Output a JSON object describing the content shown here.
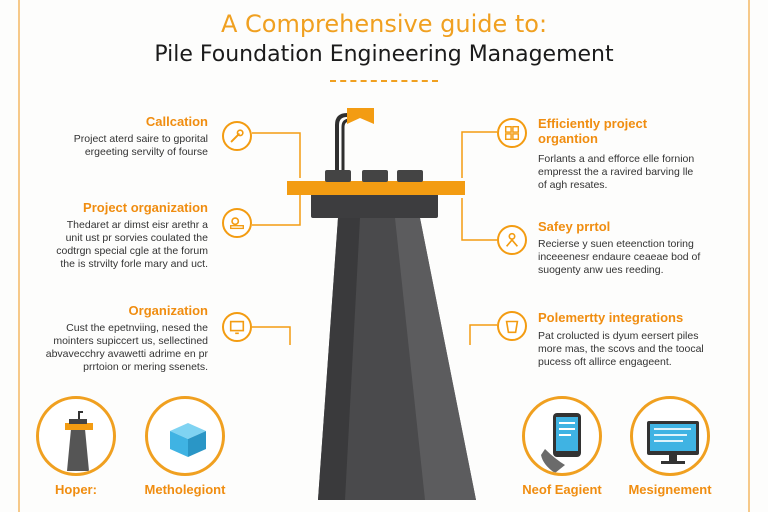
{
  "header": {
    "title_line1": "A Comprehensive guide to:",
    "title_line2": "Pile Foundation Engineering Management"
  },
  "left_sections": [
    {
      "heading": "Callcation",
      "lines": [
        "Project aterd saire to gporital",
        "ergeeting servilty of fourse"
      ],
      "icon": "wrench-icon"
    },
    {
      "heading": "Project organization",
      "lines": [
        "Thedaret ar dimst eisr arethr a",
        "unit ust pr sorvies coulated the",
        "codtrgn special cgle at the forum",
        "the is strvilty forle mary and uct."
      ],
      "icon": "gear-tool-icon"
    },
    {
      "heading": "Organization",
      "lines": [
        "Cust the epetnviing, nesed the",
        "mointers supiccert us, sellectined",
        "abvavecchry avawetti adrime en pr",
        "prrtoion or mering ssenets."
      ],
      "icon": "monitor-icon"
    }
  ],
  "right_sections": [
    {
      "heading_lines": [
        "Efficiently project",
        "organtion"
      ],
      "lines": [
        "Forlants a and efforce elle fornion",
        "empresst the a ravired barving lle",
        "of agh resates."
      ],
      "icon": "grid-blocks-icon"
    },
    {
      "heading_lines": [
        "Safey prrtol"
      ],
      "lines": [
        "Recierse y suen eteenction toring",
        "inceeenesr endaure ceaeae bod of",
        "suogenty anw ues reeding."
      ],
      "icon": "person-icon"
    },
    {
      "heading_lines": [
        "Polemertty integrations"
      ],
      "lines": [
        "Pat crolucted is dyum eersert piles",
        "more mas, the scovs and the toocal",
        "pucess oft allirce engageent."
      ],
      "icon": "cup-icon"
    }
  ],
  "bottom_items": [
    {
      "label": "Hoper:",
      "icon": "pile-column-icon"
    },
    {
      "label": "Metholegiont",
      "icon": "blue-cube-icon"
    },
    {
      "label": "Neof Eagient",
      "icon": "tablet-hand-icon"
    },
    {
      "label": "Mesignement",
      "icon": "desktop-monitor-icon"
    }
  ],
  "colors": {
    "accent": "#f39c12",
    "dark": "#3d3d3f",
    "blue": "#3fb3e3"
  }
}
